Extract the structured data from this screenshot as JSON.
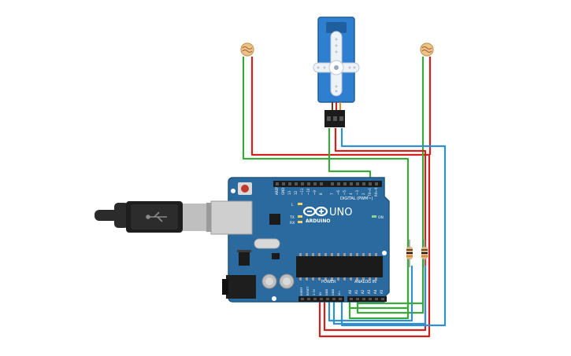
{
  "board": {
    "brand": "ARDUINO",
    "model": "UNO",
    "digital_header": "DIGITAL (PWM~)",
    "power_header": "POWER",
    "analog_header": "ANALOG IN",
    "on_led": "ON",
    "l_led": "L",
    "tx_led": "TX",
    "rx_led": "RX",
    "digital_pins": [
      "AREF",
      "GND",
      "13",
      "12",
      "~11",
      "~10",
      "~9",
      "8",
      "7",
      "~6",
      "~5",
      "4",
      "~3",
      "2",
      "TX→1",
      "RX←0"
    ],
    "power_pins": [
      "IOREF",
      "RESET",
      "3.3V",
      "5V",
      "GND",
      "GND",
      "Vin"
    ],
    "analog_pins": [
      "A0",
      "A1",
      "A2",
      "A3",
      "A4",
      "A5"
    ]
  },
  "components": {
    "servo": "micro servo",
    "photoresistors": [
      "left photoresistor",
      "right photoresistor"
    ],
    "resistors": [
      "resistor 1",
      "resistor 2"
    ],
    "usb": "USB cable"
  },
  "colors": {
    "board": "#2a6a9e",
    "board_edge": "#1f5682",
    "servo_body": "#2f7fd0",
    "wire_red": "#d2201e",
    "wire_green": "#3aa83a",
    "wire_blue": "#2f8fd0",
    "wire_black": "#222222"
  }
}
